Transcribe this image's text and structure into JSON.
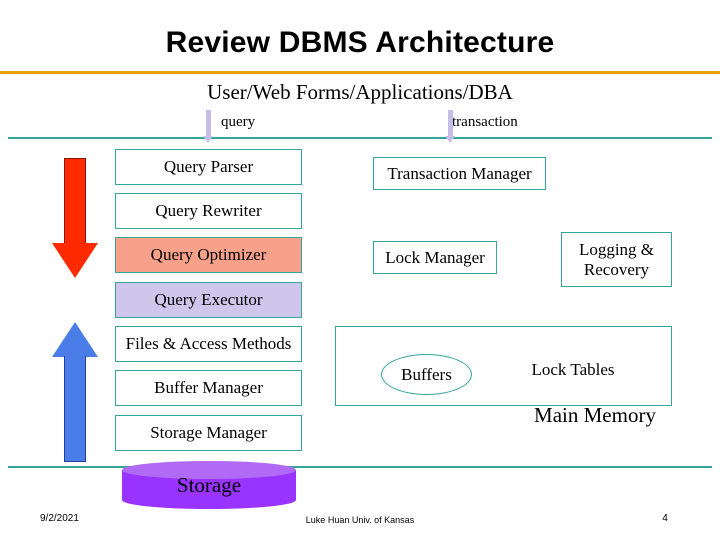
{
  "slide": {
    "title": "Review DBMS Architecture",
    "top_label": "User/Web Forms/Applications/DBA",
    "flow_labels": {
      "query": "query",
      "transaction": "transaction"
    },
    "left_column_boxes": [
      {
        "label": "Query Parser"
      },
      {
        "label": "Query Rewriter"
      },
      {
        "label": "Query Optimizer"
      },
      {
        "label": "Query Executor"
      },
      {
        "label": "Files & Access Methods"
      },
      {
        "label": "Buffer Manager"
      },
      {
        "label": "Storage Manager"
      }
    ],
    "right_column_boxes": [
      {
        "label": "Transaction Manager"
      },
      {
        "label": "Lock Manager"
      },
      {
        "label": "Logging & Recovery"
      }
    ],
    "memory_region": {
      "buffers": "Buffers",
      "lock_tables": "Lock Tables",
      "caption": "Main Memory"
    },
    "storage": {
      "label": "Storage"
    },
    "colors": {
      "title_rule": "#E8A200",
      "teal_line": "#33A59B",
      "optimizer_fill": "#F8A18A",
      "executor_fill": "#CFC6EC",
      "down_arrow": "#FF2A00",
      "up_arrow": "#4A7DE8",
      "storage_fill": "#9933FF",
      "thin_arrow": "#C7BEE8"
    },
    "footer": {
      "date": "9/2/2021",
      "center": "Luke Huan Univ. of Kansas",
      "page": "4"
    }
  }
}
